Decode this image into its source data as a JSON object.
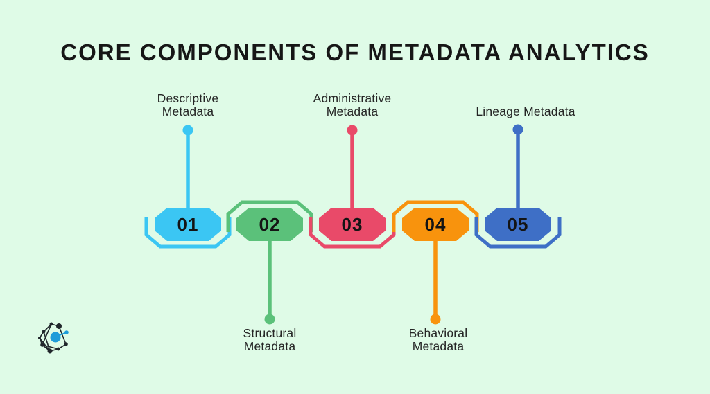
{
  "canvas": {
    "background": "#DFFBE7"
  },
  "title": {
    "text": "CORE COMPONENTS OF METADATA ANALYTICS",
    "color": "#161616"
  },
  "items": [
    {
      "number": "01",
      "label": "Descriptive\nMetadata",
      "color": "#3BC6F3",
      "label_position": "top"
    },
    {
      "number": "02",
      "label": "Structural\nMetadata",
      "color": "#5BC17A",
      "label_position": "bottom"
    },
    {
      "number": "03",
      "label": "Administrative\nMetadata",
      "color": "#E94A69",
      "label_position": "top"
    },
    {
      "number": "04",
      "label": "Behavioral\nMetadata",
      "color": "#F8930D",
      "label_position": "bottom"
    },
    {
      "number": "05",
      "label": "Lineage Metadata",
      "color": "#3E6FC6",
      "label_position": "top"
    }
  ],
  "logo": {
    "dark": "#20262B",
    "blue": "#1E9CD9"
  }
}
